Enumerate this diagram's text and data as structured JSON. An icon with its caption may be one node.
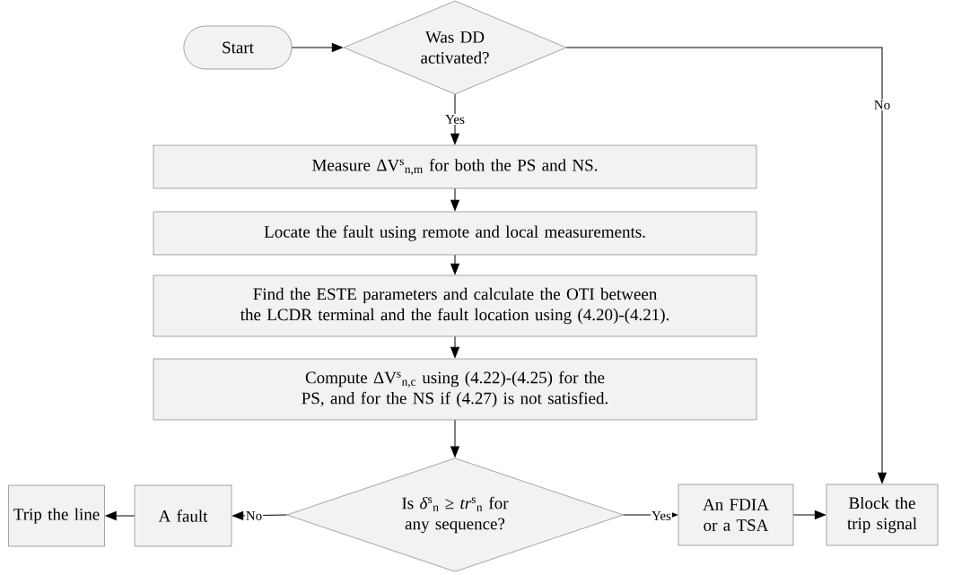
{
  "diagram": {
    "nodes": [
      {
        "text": [
          "Start"
        ]
      },
      {
        "text": [
          "Was DD activated?"
        ]
      },
      {
        "text": [
          "Measure ΔV$^{s}$$_{n,m}$ for both the PS and NS."
        ]
      },
      {
        "text": [
          "Locate the fault using remote and local measurements."
        ]
      },
      {
        "text": [
          "Find the ESTE parameters and calculate the OTI between the LCDR terminal and the fault location using (4.20)-(4.21)."
        ]
      },
      {
        "text": [
          "Compute ΔV$^{s}$$_{n,c}$ using (4.22)-(4.25) for the PS, and for the NS if (4.27) is not satisfied."
        ]
      },
      {
        "text": [
          "Is *δ*$^{s}$$_{n}$ ≥ *tr*$^{s}$$_{n}$ for any sequence?"
        ]
      },
      {
        "text": [
          "A fault"
        ]
      },
      {
        "text": [
          "Trip the line"
        ]
      },
      {
        "text": [
          "An FDIA or a TSA"
        ]
      },
      {
        "text": [
          "Block the trip signal"
        ]
      }
    ],
    "edges": [
      {
        "from": 0,
        "to": 1,
        "arrow": "to"
      },
      {
        "from": 1,
        "to": 2,
        "arrow": "to",
        "label": "Yes"
      },
      {
        "from": 2,
        "to": 3,
        "arrow": "to"
      },
      {
        "from": 3,
        "to": 4,
        "arrow": "to"
      },
      {
        "from": 4,
        "to": 5,
        "arrow": "to"
      },
      {
        "from": 5,
        "to": 6,
        "arrow": "to"
      },
      {
        "from": 6,
        "to": 7,
        "arrow": "to",
        "label": "No"
      },
      {
        "from": 7,
        "to": 8,
        "arrow": "to"
      },
      {
        "from": 6,
        "to": 9,
        "arrow": "to",
        "label": "Yes"
      },
      {
        "from": 9,
        "to": 10,
        "arrow": "to"
      },
      {
        "from": 1,
        "to": 10,
        "arrow": "to",
        "label": "No"
      }
    ]
  }
}
